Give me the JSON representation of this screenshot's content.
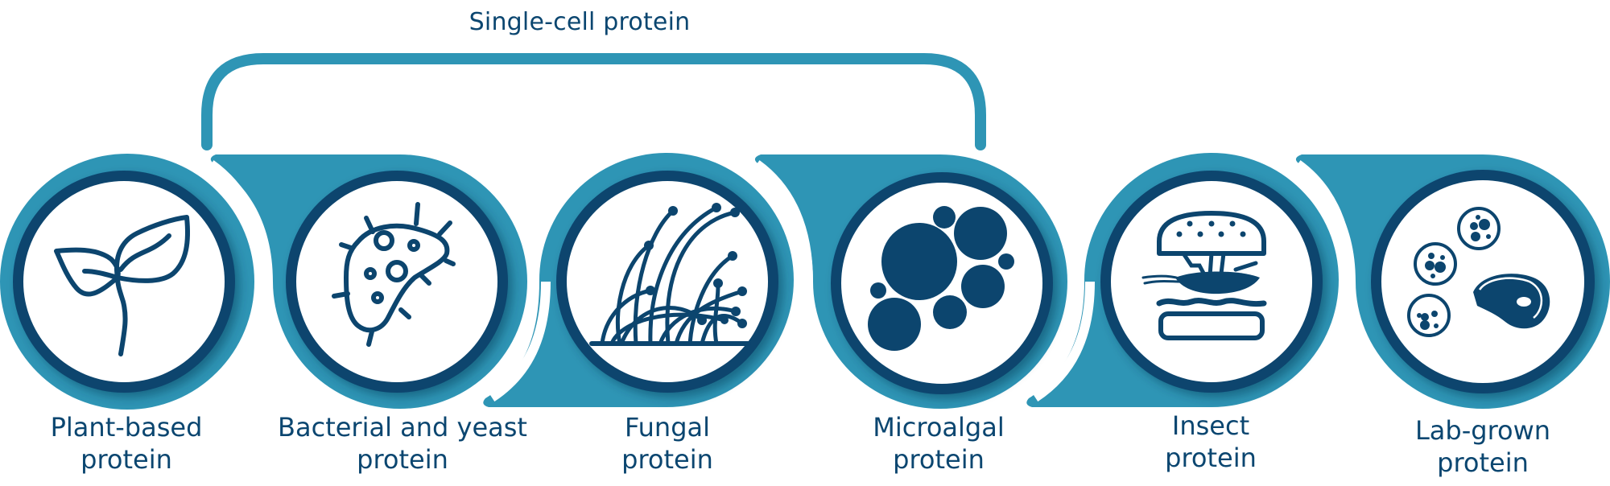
{
  "colors": {
    "teal": "#2E95B5",
    "navy": "#0C456E",
    "white": "#FFFFFF"
  },
  "group": {
    "label": "Single-cell protein",
    "spans": [
      "Bacterial and yeast protein",
      "Fungal protein",
      "Microalgal protein"
    ]
  },
  "items": [
    {
      "id": "plant",
      "icon": "sprout-icon",
      "line1": "Plant-based",
      "line2": "protein"
    },
    {
      "id": "bacterial",
      "icon": "bacterium-icon",
      "line1": "Bacterial and yeast",
      "line2": "protein"
    },
    {
      "id": "fungal",
      "icon": "mycelium-icon",
      "line1": "Fungal",
      "line2": "protein"
    },
    {
      "id": "microalgal",
      "icon": "algae-cells-icon",
      "line1": "Microalgal",
      "line2": "protein"
    },
    {
      "id": "insect",
      "icon": "insect-burger-icon",
      "line1": "Insect",
      "line2": "protein"
    },
    {
      "id": "labgrown",
      "icon": "cultured-meat-icon",
      "line1": "Lab-grown",
      "line2": "protein"
    }
  ]
}
